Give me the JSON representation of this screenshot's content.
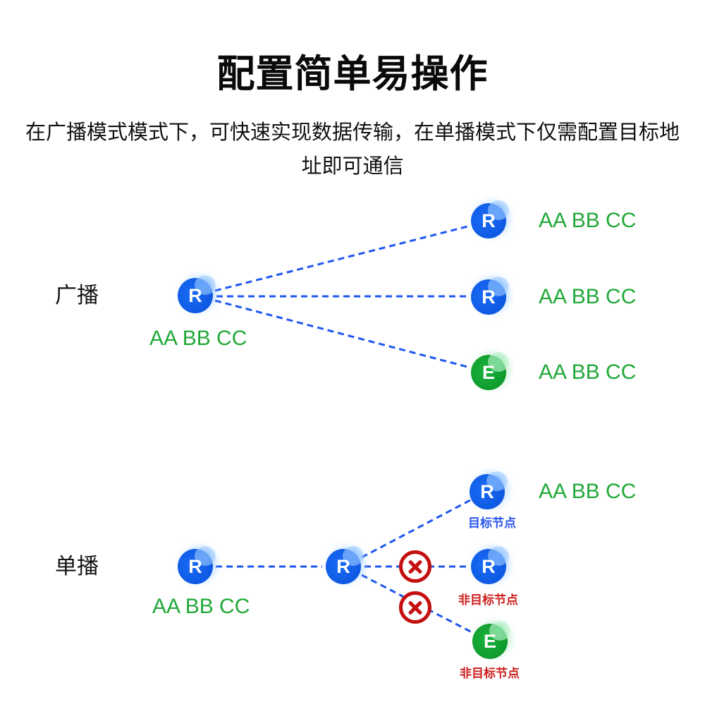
{
  "title": "配置简单易操作",
  "subtitle": "在广播模式模式下，可快速实现数据传输，在单播模式下仅需配置目标地址即可通信",
  "colors": {
    "node_blue": "#0e59e2",
    "node_green": "#109a2c",
    "dashed_line_blue": "#1e56f0",
    "address_green": "#21a838",
    "target_tag_blue": "#2b55ee",
    "non_target_tag_red": "#cc1f1f",
    "blocked_red": "#c40f0f"
  },
  "broadcast": {
    "section_label": "广播",
    "source": {
      "letter": "R",
      "address": "AA BB CC"
    },
    "targets": [
      {
        "letter": "R",
        "address": "AA BB CC"
      },
      {
        "letter": "R",
        "address": "AA BB CC"
      },
      {
        "letter": "E",
        "address": "AA BB CC"
      }
    ]
  },
  "unicast": {
    "section_label": "单播",
    "source": {
      "letter": "R",
      "address": "AA BB CC"
    },
    "relay": {
      "letter": "R"
    },
    "targets": [
      {
        "letter": "R",
        "address": "AA BB CC",
        "tag": "目标节点"
      },
      {
        "letter": "R",
        "tag": "非目标节点"
      },
      {
        "letter": "E",
        "tag": "非目标节点"
      }
    ]
  }
}
